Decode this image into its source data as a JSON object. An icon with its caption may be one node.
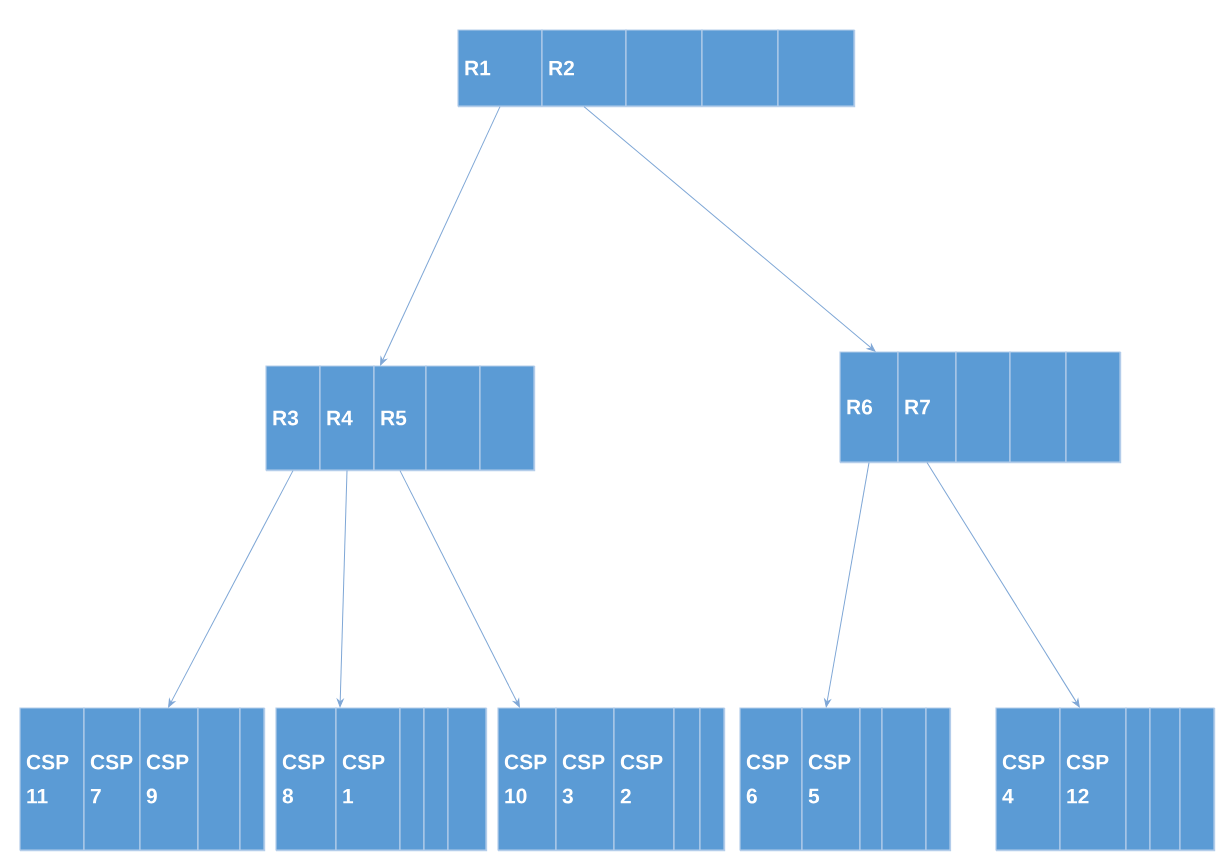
{
  "diagram": {
    "nodes": [
      {
        "text": [],
        "shape": "box"
      },
      {
        "text": [
          "R1"
        ],
        "in": 0
      },
      {
        "text": [
          "R2"
        ],
        "in": 0
      },
      {
        "text": [],
        "shape": "box",
        "in": 0
      },
      {
        "text": [],
        "shape": "box",
        "in": 0
      },
      {
        "text": [],
        "shape": "box",
        "in": 0
      },
      {
        "text": [],
        "shape": "box"
      },
      {
        "text": [
          "R3"
        ],
        "in": 6
      },
      {
        "text": [
          "R4"
        ],
        "in": 6
      },
      {
        "text": [
          "R5"
        ],
        "in": 6
      },
      {
        "text": [],
        "shape": "box",
        "in": 6
      },
      {
        "text": [],
        "shape": "box",
        "in": 6
      },
      {
        "text": [],
        "shape": "box"
      },
      {
        "text": [
          "R6"
        ],
        "in": 12
      },
      {
        "text": [
          "R7"
        ],
        "in": 12
      },
      {
        "text": [],
        "shape": "box",
        "in": 12
      },
      {
        "text": [],
        "shape": "box",
        "in": 12
      },
      {
        "text": [],
        "shape": "box",
        "in": 12
      },
      {
        "text": [],
        "shape": "box"
      },
      {
        "text": [
          "CSP 11"
        ],
        "in": 18
      },
      {
        "text": [
          "CSP 7"
        ],
        "in": 18
      },
      {
        "text": [
          "CSP 9"
        ],
        "in": 18
      },
      {
        "text": [],
        "shape": "box",
        "in": 18
      },
      {
        "text": [],
        "shape": "box",
        "in": 18
      },
      {
        "text": [],
        "shape": "box"
      },
      {
        "text": [
          "CSP 8"
        ],
        "in": 24
      },
      {
        "text": [
          "CSP 1"
        ],
        "in": 24
      },
      {
        "text": [],
        "shape": "box",
        "in": 24
      },
      {
        "text": [],
        "shape": "box",
        "in": 24
      },
      {
        "text": [],
        "shape": "box",
        "in": 24
      },
      {
        "text": [],
        "shape": "box"
      },
      {
        "text": [
          "CSP 10"
        ],
        "in": 30
      },
      {
        "text": [
          "CSP 3"
        ],
        "in": 30
      },
      {
        "text": [
          "CSP 2"
        ],
        "in": 30
      },
      {
        "text": [],
        "shape": "box",
        "in": 30
      },
      {
        "text": [],
        "shape": "box",
        "in": 30
      },
      {
        "text": [],
        "shape": "box"
      },
      {
        "text": [
          "CSP 6"
        ],
        "in": 36
      },
      {
        "text": [
          "CSP 5"
        ],
        "in": 36
      },
      {
        "text": [],
        "shape": "box",
        "in": 36
      },
      {
        "text": [],
        "shape": "box",
        "in": 36
      },
      {
        "text": [],
        "shape": "box",
        "in": 36
      },
      {
        "text": [],
        "shape": "box"
      },
      {
        "text": [
          "CSP 4"
        ],
        "in": 42
      },
      {
        "text": [
          "CSP 12"
        ],
        "in": 42
      },
      {
        "text": [],
        "shape": "box",
        "in": 42
      },
      {
        "text": [],
        "shape": "box",
        "in": 42
      },
      {
        "text": [],
        "shape": "box",
        "in": 42
      }
    ],
    "edges": [
      {
        "from": 1,
        "to": 6,
        "arrow": "to"
      },
      {
        "from": 2,
        "to": 12,
        "arrow": "to"
      },
      {
        "from": 7,
        "to": 18,
        "arrow": "to"
      },
      {
        "from": 8,
        "to": 24,
        "arrow": "to"
      },
      {
        "from": 9,
        "to": 30,
        "arrow": "to"
      },
      {
        "from": 13,
        "to": 36,
        "arrow": "to"
      },
      {
        "from": 14,
        "to": 42,
        "arrow": "to"
      }
    ]
  }
}
